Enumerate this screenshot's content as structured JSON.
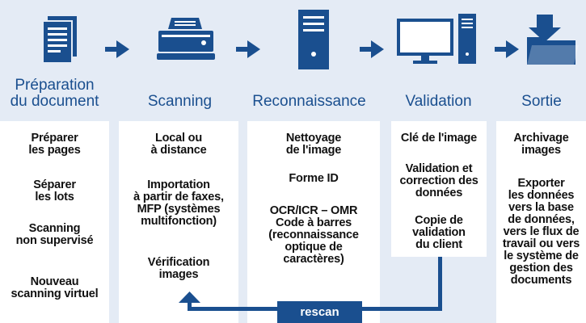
{
  "stages": [
    {
      "key": "preparation",
      "title": "Préparation\ndu document",
      "icon": "document-icon",
      "items": [
        "Préparer\nles pages",
        "Séparer\nles lots",
        "Scanning\nnon supervisé",
        "Nouveau\nscanning virtuel"
      ]
    },
    {
      "key": "scanning",
      "title": "Scanning",
      "icon": "scanner-icon",
      "items": [
        "Local ou\nà distance",
        "Importation\nà partir de faxes,\nMFP (systèmes\nmultifonction)",
        "Vérification\nimages"
      ]
    },
    {
      "key": "reconnaissance",
      "title": "Reconnaissance",
      "icon": "server-icon",
      "items": [
        "Nettoyage\nde l'image",
        "Forme ID",
        "OCR/ICR – OMR\nCode à barres\n(reconnaissance\noptique de\ncaractères)"
      ]
    },
    {
      "key": "validation",
      "title": "Validation",
      "icon": "workstation-icon",
      "items": [
        "Clé de l'image",
        "Validation et\ncorrection des\ndonnées",
        "Copie de\nvalidation\ndu client"
      ]
    },
    {
      "key": "sortie",
      "title": "Sortie",
      "icon": "folder-output-icon",
      "items": [
        "Archivage\nimages",
        "Exporter\nles données\nvers la base\nde données,\nvers le flux de\ntravail ou vers\nle système de\ngestion des\ndocuments"
      ]
    }
  ],
  "rescan_label": "rescan",
  "colors": {
    "accent": "#1a4f8f",
    "background": "#e4ebf5",
    "panel": "#ffffff"
  }
}
